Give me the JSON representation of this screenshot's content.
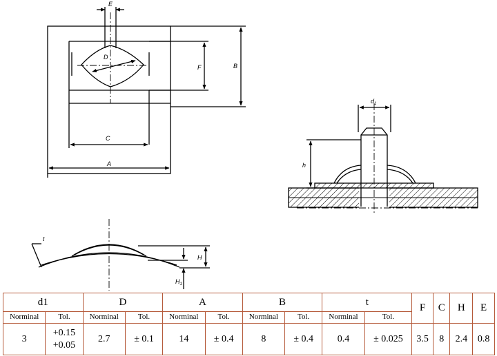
{
  "drawing": {
    "labels": {
      "E": "E",
      "D": "D",
      "F": "F",
      "B": "B",
      "C": "C",
      "A": "A",
      "d1": "d",
      "d1_sub": "1",
      "h": "h",
      "t": "t",
      "H": "H",
      "H1": "H",
      "H1_sub": "1"
    }
  },
  "table": {
    "groups": [
      "d1",
      "D",
      "A",
      "B",
      "t"
    ],
    "single_headers": [
      "F",
      "C",
      "H",
      "E"
    ],
    "sub_headers": [
      "Norminal",
      "Tol."
    ],
    "values": {
      "d1_nom": "3",
      "d1_tol_upper": "+0.15",
      "d1_tol_lower": "+0.05",
      "D_nom": "2.7",
      "D_tol": "± 0.1",
      "A_nom": "14",
      "A_tol": "± 0.4",
      "B_nom": "8",
      "B_tol": "± 0.4",
      "t_nom": "0.4",
      "t_tol": "± 0.025",
      "F": "3.5",
      "C": "8",
      "H": "2.4",
      "E": "0.8"
    }
  }
}
